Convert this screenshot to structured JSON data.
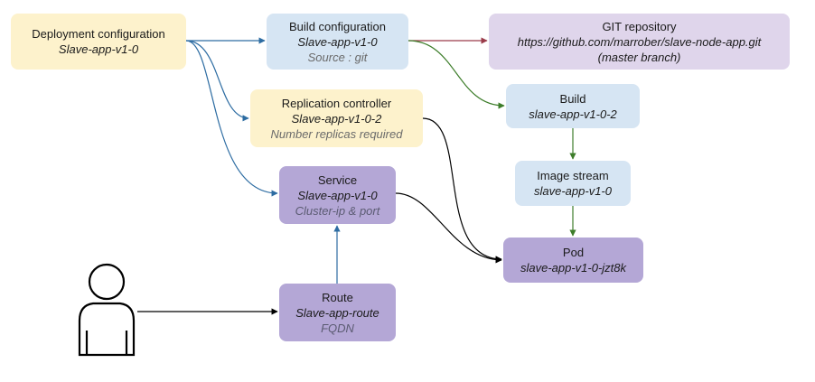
{
  "nodes": {
    "deployment_config": {
      "title": "Deployment configuration",
      "name": "Slave-app-v1-0"
    },
    "build_config": {
      "title": "Build configuration",
      "name": "Slave-app-v1-0",
      "sub": "Source : git"
    },
    "git_repo": {
      "title": "GIT repository",
      "name": "https://github.com/marrober/slave-node-app.git",
      "sub": "(master branch)"
    },
    "replication_controller": {
      "title": "Replication controller",
      "name": "Slave-app-v1-0-2",
      "sub": "Number replicas required"
    },
    "build": {
      "title": "Build",
      "name": "slave-app-v1-0-2"
    },
    "image_stream": {
      "title": "Image stream",
      "name": "slave-app-v1-0"
    },
    "service": {
      "title": "Service",
      "name": "Slave-app-v1-0",
      "sub": "Cluster-ip & port"
    },
    "pod": {
      "title": "Pod",
      "name": "slave-app-v1-0-jzt8k"
    },
    "route": {
      "title": "Route",
      "name": "Slave-app-route",
      "sub": "FQDN"
    }
  },
  "colors": {
    "yellow": "#fdf2cc",
    "light_blue": "#d6e5f3",
    "lilac": "#dfd5eb",
    "purple": "#b4a7d6",
    "arrow_blue": "#2d6ca2",
    "arrow_green": "#3d7d2a",
    "arrow_red": "#9a3b4a",
    "arrow_black": "#000000"
  },
  "icons": {
    "user": "person-outline-icon"
  }
}
